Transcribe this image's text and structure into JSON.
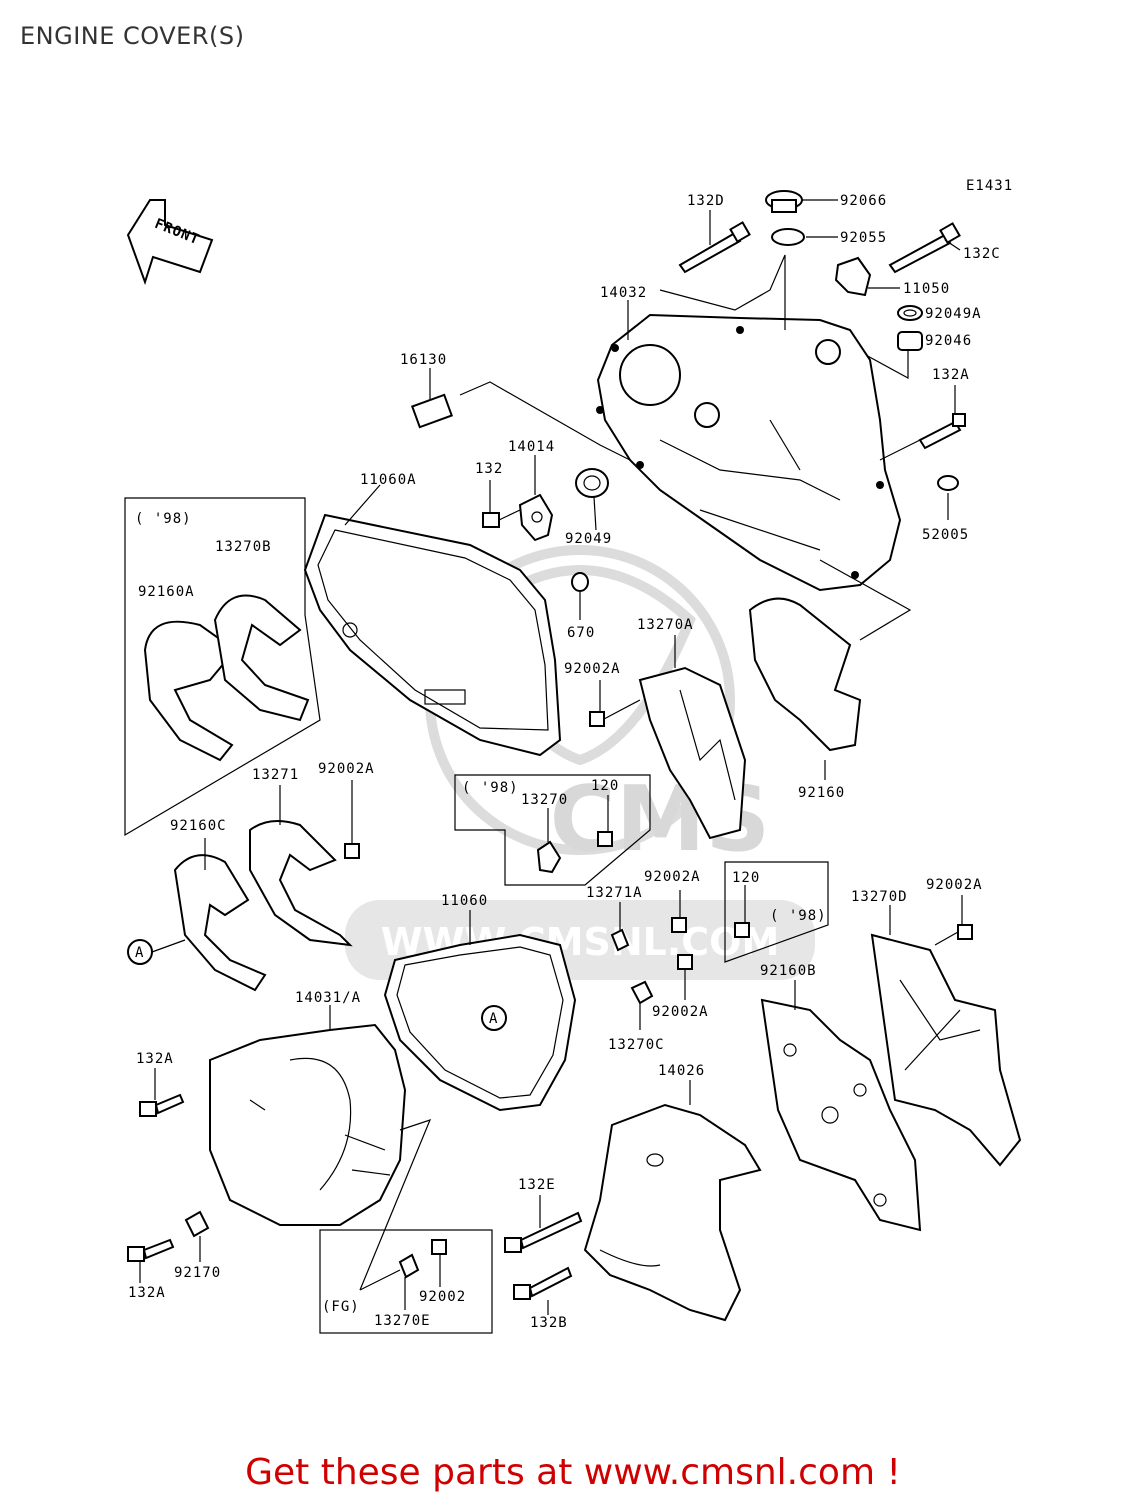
{
  "page": {
    "title": "ENGINE COVER(S)",
    "footer": "Get these parts at www.cmsnl.com !"
  },
  "diagram": {
    "code": "E1431",
    "front_label": "FRONT",
    "watermark": "WWW.CMSNL.COM",
    "groups": {
      "g98": "( '98)",
      "fg": "(FG)",
      "ref_a": "A"
    },
    "labels": {
      "p132D": "132D",
      "p92066": "92066",
      "p92055": "92055",
      "p132C": "132C",
      "p11050": "11050",
      "p92049A": "92049A",
      "p92046": "92046",
      "p14032": "14032",
      "p16130": "16130",
      "p132A_top": "132A",
      "p14014": "14014",
      "p132": "132",
      "p11060A": "11060A",
      "p92049": "92049",
      "p52005": "52005",
      "p13270B": "13270B",
      "p92160A": "92160A",
      "p670": "670",
      "p13270A": "13270A",
      "p92002A_1": "92002A",
      "p92160": "92160",
      "p13271": "13271",
      "p92002A_2": "92002A",
      "p120_1": "120",
      "p13270": "13270",
      "p92160C": "92160C",
      "p92002A_3": "92002A",
      "p13271A": "13271A",
      "p11060": "11060",
      "p120_2": "120",
      "p13270D": "13270D",
      "p92002A_4": "92002A",
      "p92160B": "92160B",
      "p92002A_5": "92002A",
      "p14031A": "14031/A",
      "p13270C": "13270C",
      "p132A_left": "132A",
      "p14026": "14026",
      "p132E": "132E",
      "p92170": "92170",
      "p92002": "92002",
      "p132A_bottom": "132A",
      "p13270E": "13270E",
      "p132B": "132B"
    }
  }
}
